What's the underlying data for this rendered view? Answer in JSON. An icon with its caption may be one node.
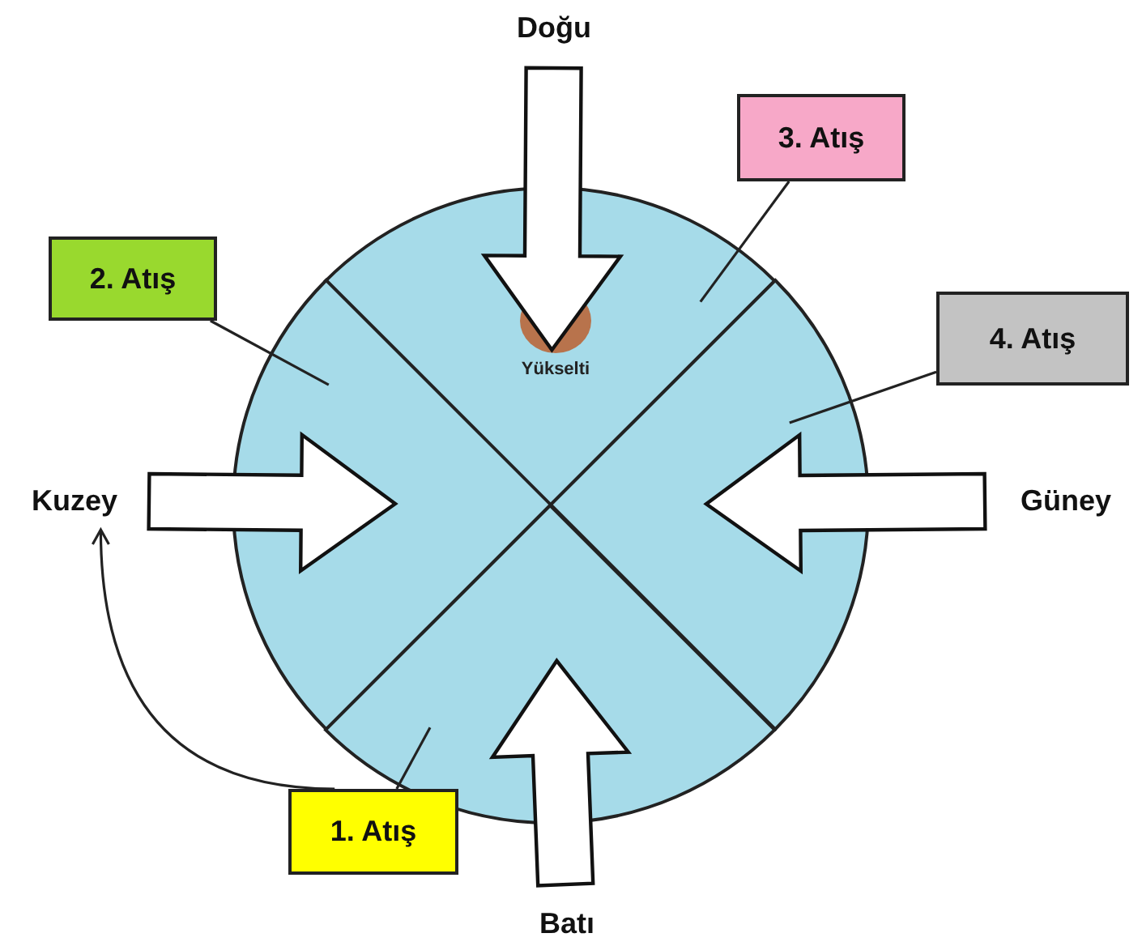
{
  "diagram": {
    "nodes": [
      {
        "text": [],
        "shape": "circle"
      },
      {
        "text": [],
        "shape": "sector",
        "in": 0
      },
      {
        "text": [],
        "shape": "sector",
        "in": 0
      },
      {
        "text": [],
        "shape": "sector",
        "in": 0
      },
      {
        "text": [],
        "shape": "sector",
        "in": 0
      },
      {
        "text": [],
        "shape": "circle",
        "in": 1,
        "beside": [
          "Yükselti"
        ]
      },
      {
        "text": [
          "Doğu"
        ]
      },
      {
        "text": [
          "3. Atış"
        ]
      },
      {
        "text": [
          "2. Atış"
        ]
      },
      {
        "text": [
          "4. Atış"
        ]
      },
      {
        "text": [
          "Kuzey"
        ]
      },
      {
        "text": [
          "Güney"
        ]
      },
      {
        "text": [
          "1. Atış"
        ]
      },
      {
        "text": [
          "Batı"
        ]
      }
    ],
    "edges": [
      {
        "from": 6,
        "to": 1,
        "arrow": "to",
        "style": "thick"
      },
      {
        "from": 10,
        "to": 2,
        "arrow": "to",
        "style": "thick"
      },
      {
        "from": 11,
        "to": 3,
        "arrow": "to",
        "style": "thick"
      },
      {
        "from": 13,
        "to": 4,
        "arrow": "to",
        "style": "thick"
      },
      {
        "from": 7,
        "to": 1,
        "arrow": "none"
      },
      {
        "from": 8,
        "to": 2,
        "arrow": "none"
      },
      {
        "from": 9,
        "to": 3,
        "arrow": "none"
      },
      {
        "from": 12,
        "to": 4,
        "arrow": "none"
      },
      {
        "from": 12,
        "to": 10,
        "arrow": "to"
      }
    ]
  }
}
